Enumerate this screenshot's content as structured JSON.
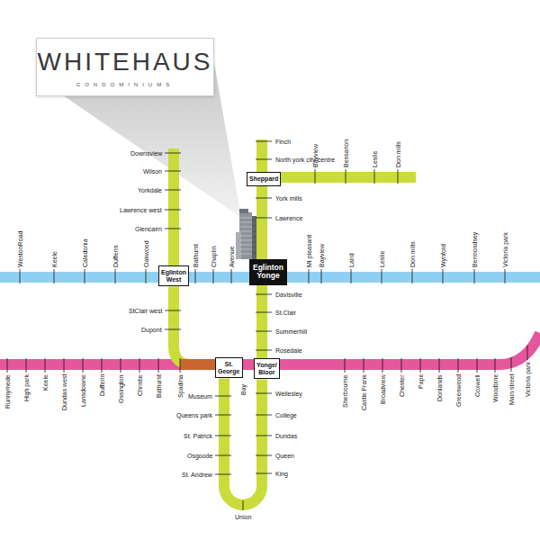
{
  "diagram": {
    "nodes": [
      {
        "text": [
          "WHITEHAUS",
          "CONDOMINIUMS"
        ]
      },
      {
        "text": [
          "Sheppard"
        ]
      },
      {
        "text": [
          "Eglinton West"
        ]
      },
      {
        "text": [
          "Eglinton Yonge"
        ]
      },
      {
        "text": [
          "St. George"
        ]
      },
      {
        "text": [
          "Yonge/ Bloor"
        ]
      }
    ],
    "edges": [
      {
        "from": 1,
        "to": 3,
        "arrow": "none"
      },
      {
        "from": 2,
        "to": 3,
        "arrow": "none"
      },
      {
        "from": 3,
        "to": 5,
        "arrow": "none"
      },
      {
        "from": 2,
        "to": 4,
        "arrow": "none"
      },
      {
        "from": 4,
        "to": 5,
        "arrow": "none"
      },
      {
        "from": 4,
        "to": 5,
        "arrow": "none"
      }
    ],
    "labels": [
      "Finch",
      "North york city centre",
      "York mills",
      "Lawrence",
      "Davisville",
      "St.Clair",
      "Summerhill",
      "Rosedale",
      "Wellesley",
      "College",
      "Dundas",
      "Queen",
      "King",
      "Union",
      "Downsview",
      "Wilson",
      "Yorkdale",
      "Lawrence west",
      "Glencairn",
      "StClair west",
      "Dupont",
      "Museum",
      "Queens park",
      "St. Patrick",
      "Osgoode",
      "St. Andrew",
      "Bayview",
      "Bessarion",
      "Leslie",
      "Don mills",
      "WestonRoad",
      "Keele",
      "Caledonia",
      "Dufferin",
      "Oakwood",
      "Bathurst",
      "Chaplin",
      "Avenue",
      "Mt pleasant",
      "Bayview",
      "Laird",
      "Leslie",
      "Don mills",
      "Wynford",
      "Bermondsey",
      "Victoria park",
      "Runnymede",
      "High park",
      "Keele",
      "Dundas west",
      "Lansdowne",
      "Dufferin",
      "Ossington",
      "Christie",
      "Bathurst",
      "Spadina",
      "Bay",
      "Sherbourne",
      "Castle Frank",
      "Broadview",
      "Chester",
      "Pape",
      "Donlands",
      "Greenwood",
      "Coxwell",
      "Woodbine",
      "Main street",
      "Victoria park"
    ]
  }
}
